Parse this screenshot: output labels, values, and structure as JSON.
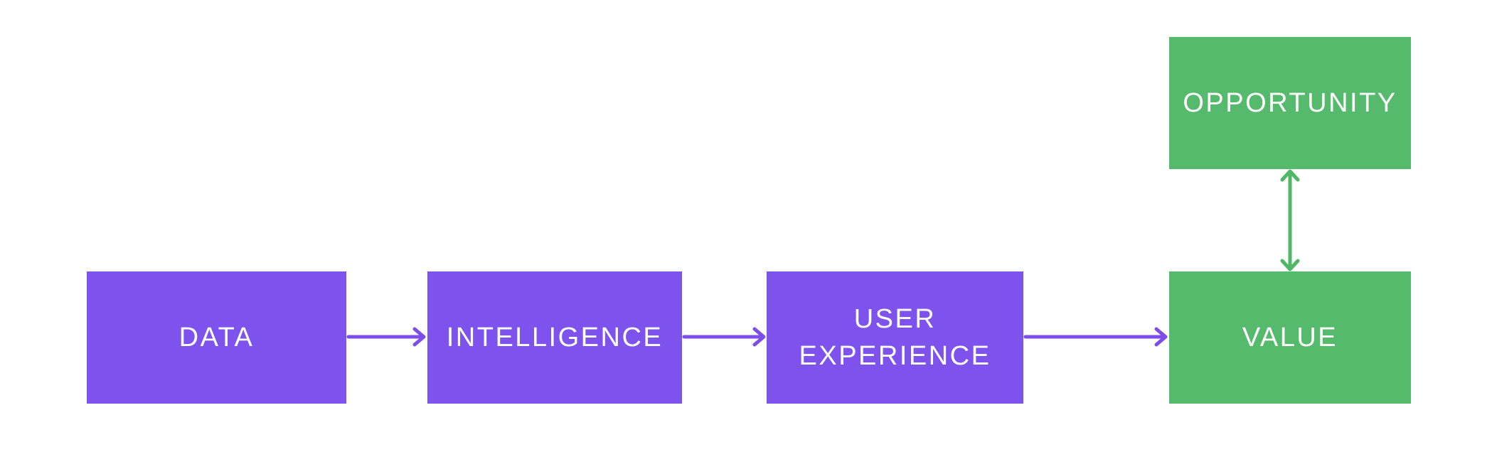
{
  "colors": {
    "node_purple": "#7E52EC",
    "node_green": "#55BA6C",
    "arrow_purple": "#7C4DE8",
    "arrow_green": "#4FB767",
    "label_text": "#FFFFFF",
    "background": "#FFFFFF"
  },
  "nodes": {
    "data": {
      "label": "DATA"
    },
    "intelligence": {
      "label": "INTELLIGENCE"
    },
    "user_experience": {
      "label": "USER EXPERIENCE"
    },
    "value": {
      "label": "VALUE"
    },
    "opportunity": {
      "label": "OPPORTUNITY"
    }
  },
  "edges": [
    {
      "from": "DATA",
      "to": "INTELLIGENCE",
      "direction": "right",
      "color": "purple"
    },
    {
      "from": "INTELLIGENCE",
      "to": "USER EXPERIENCE",
      "direction": "right",
      "color": "purple"
    },
    {
      "from": "USER EXPERIENCE",
      "to": "VALUE",
      "direction": "right",
      "color": "purple"
    },
    {
      "from": "VALUE",
      "to": "OPPORTUNITY",
      "direction": "both",
      "color": "green"
    }
  ]
}
